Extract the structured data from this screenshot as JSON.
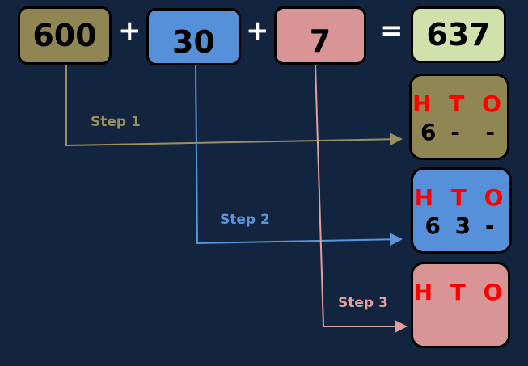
{
  "equation": {
    "a": "600",
    "b": "30",
    "c": "7",
    "plus": "+",
    "equals": "=",
    "result": "637"
  },
  "steps": [
    {
      "label": "Step 1",
      "header": "H T O",
      "value": "6 -  -"
    },
    {
      "label": "Step 2",
      "header": "H T O",
      "value": "6 3 -"
    },
    {
      "label": "Step 3",
      "header": "H T O",
      "value": ""
    }
  ],
  "colors": {
    "background": "#13243f",
    "hundreds": "#8f8653",
    "tens": "#5590d8",
    "ones": "#d99595",
    "result": "#d1e1ac",
    "place_header": "#ff0000"
  }
}
